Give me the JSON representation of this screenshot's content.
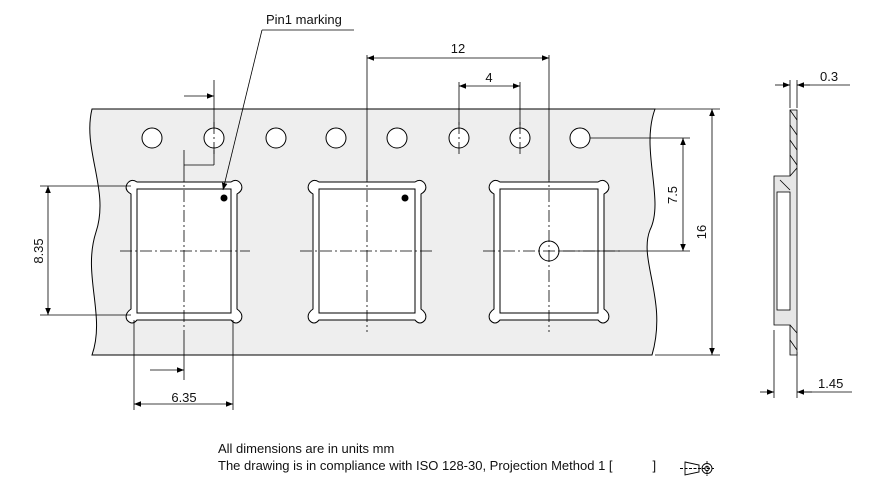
{
  "labels": {
    "pin1": "Pin1 marking",
    "pitch": "12",
    "hole_pitch": "4",
    "hole_offset": "7.5",
    "tape_width": "16",
    "pocket_height": "8.35",
    "pocket_width": "6.35",
    "thickness": "0.3",
    "depth": "1.45"
  },
  "notes": {
    "units": "All dimensions are in units mm",
    "compliance": "The drawing is in compliance with ISO 128-30, Projection Method 1 [",
    "compliance_end": "]"
  },
  "colors": {
    "tape": "#eeeeee",
    "line": "#000000",
    "pin_dot": "#000000"
  }
}
